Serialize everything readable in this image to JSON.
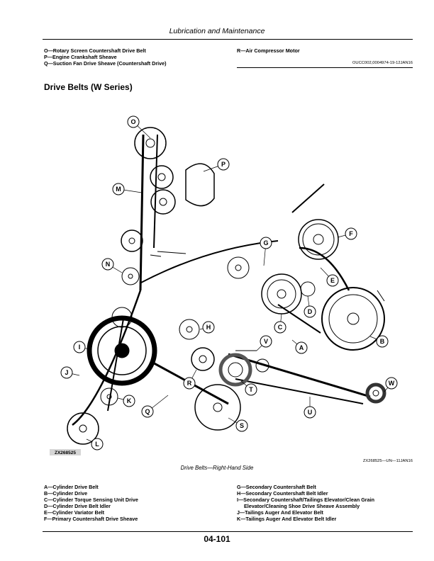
{
  "header": {
    "section_title": "Lubrication and Maintenance"
  },
  "top_legend": {
    "left": [
      "O—Rotary Screen Countershaft Drive Belt",
      "P—Engine Crankshaft Sheave",
      "Q—Suction Fan Drive Sheave (Countershaft Drive)"
    ],
    "right": [
      "R—Air Compressor Motor"
    ],
    "ref_code": "OUCC002,0004974-19-12JAN16"
  },
  "section": {
    "title": "Drive Belts (W Series)"
  },
  "figure": {
    "labels": [
      "O",
      "P",
      "M",
      "G",
      "F",
      "N",
      "E",
      "D",
      "H",
      "C",
      "B",
      "I",
      "V",
      "A",
      "R",
      "J",
      "W",
      "T",
      "K",
      "U",
      "Q",
      "S",
      "L"
    ],
    "part_id": "ZX268525",
    "ref_code": "ZX268525—UN—11JAN16",
    "caption": "Drive Belts—Right-Hand Side"
  },
  "bottom_legend": {
    "left": [
      "A—Cylinder Drive Belt",
      "B—Cylinder Drive",
      "C—Cylinder Torque Sensing Unit Drive",
      "D—Cylinder Drive Belt Idler",
      "E—Cylinder Variator Belt",
      "F—Primary Countershaft Drive Sheave"
    ],
    "right": [
      "G—Secondary Countershaft Belt",
      "H—Secondary Countershaft Belt Idler",
      "I—Secondary Countershaft/Tailings Elevator/Clean Grain",
      "   Elevator/Cleaning Shoe Drive Sheave Assembly",
      "J—Tailings Auger And Elevator Belt",
      "K—Tailings Auger And Elevator Belt Idler"
    ]
  },
  "footer": {
    "page_number": "04-101"
  }
}
